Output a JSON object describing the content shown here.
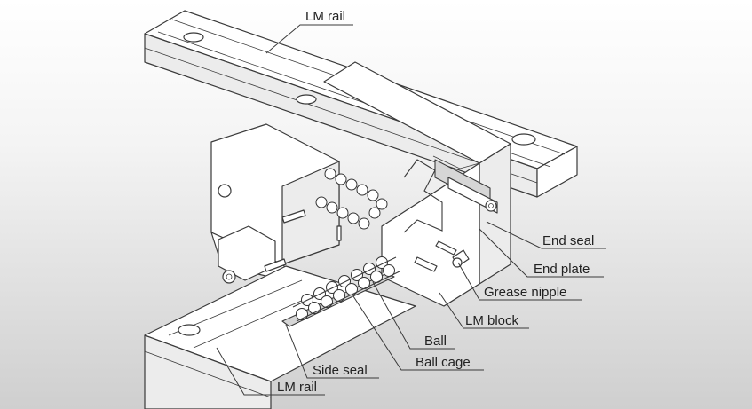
{
  "labels": {
    "lm_rail_top": "LM rail",
    "end_seal": "End seal",
    "end_plate": "End plate",
    "grease_nipple": "Grease nipple",
    "lm_block": "LM block",
    "ball": "Ball",
    "ball_cage": "Ball cage",
    "side_seal": "Side seal",
    "lm_rail_bottom": "LM rail"
  },
  "colors": {
    "background_top": "#ffffff",
    "background_bottom": "#cfcfcf",
    "line": "#3a3a3a"
  }
}
